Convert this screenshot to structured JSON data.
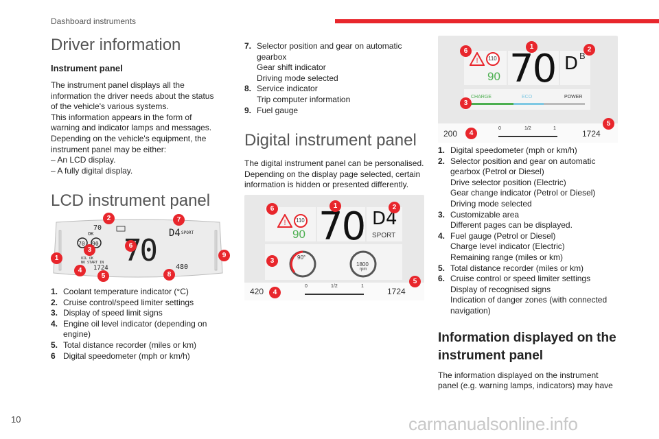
{
  "header": {
    "title": "Dashboard instruments"
  },
  "page_number": "10",
  "watermark": "carmanualsonline.info",
  "left": {
    "heading": "Driver information",
    "subheading": "Instrument panel",
    "paragraphs": [
      "The instrument panel displays all the information the driver needs about the status of the vehicle's various systems.",
      "This information appears in the form of warning and indicator lamps and messages.",
      "Depending on the vehicle's equipment, the instrument panel may be either:",
      "– An LCD display.",
      "– A fully digital display."
    ],
    "lcd_heading": "LCD instrument panel",
    "lcd_items": [
      {
        "n": "1.",
        "lines": [
          "Coolant temperature indicator (°C)"
        ]
      },
      {
        "n": "2.",
        "lines": [
          "Cruise control/speed limiter settings"
        ]
      },
      {
        "n": "3.",
        "lines": [
          "Display of speed limit signs"
        ]
      },
      {
        "n": "4.",
        "lines": [
          "Engine oil level indicator (depending on engine)"
        ]
      },
      {
        "n": "5.",
        "lines": [
          "Total distance recorder (miles or km)"
        ]
      },
      {
        "n": "6",
        "lines": [
          "Digital speedometer (mph or km/h)"
        ]
      }
    ]
  },
  "mid": {
    "items": [
      {
        "n": "7.",
        "lines": [
          "Selector position and gear on automatic gearbox",
          "Gear shift indicator",
          "Driving mode selected"
        ]
      },
      {
        "n": "8.",
        "lines": [
          "Service indicator",
          "Trip computer information"
        ]
      },
      {
        "n": "9.",
        "lines": [
          "Fuel gauge"
        ]
      }
    ],
    "digital_heading": "Digital instrument panel",
    "digital_text": "The digital instrument panel can be personalised. Depending on the display page selected, certain information is hidden or presented differently."
  },
  "right": {
    "items": [
      {
        "n": "1.",
        "lines": [
          "Digital speedometer (mph or km/h)"
        ]
      },
      {
        "n": "2.",
        "lines": [
          "Selector position and gear on automatic gearbox (Petrol or Diesel)",
          "Drive selector position (Electric)",
          "Gear change indicator (Petrol or Diesel)",
          "Driving mode selected"
        ]
      },
      {
        "n": "3.",
        "lines": [
          "Customizable area",
          "Different pages can be displayed."
        ]
      },
      {
        "n": "4.",
        "lines": [
          "Fuel gauge (Petrol or Diesel)",
          "Charge level indicator (Electric)",
          "Remaining range (miles or km)"
        ]
      },
      {
        "n": "5.",
        "lines": [
          "Total distance recorder (miles or km)"
        ]
      },
      {
        "n": "6.",
        "lines": [
          "Cruise control or speed limiter settings",
          "Display of recognised signs",
          "Indication of danger zones (with connected navigation)"
        ]
      }
    ],
    "info_heading": "Information displayed on the instrument panel",
    "info_text": "The information displayed on the instrument panel (e.g. warning lamps, indicators) may have"
  },
  "lcd_figure": {
    "speed": "70",
    "limit_a": "70",
    "limit_b": "90",
    "odometer": "1724",
    "range": "480",
    "gear": "D4",
    "mode": "SPORT",
    "ok": "OK",
    "oil_text": "OIL OK",
    "start_text": "NO START IN",
    "markers": [
      "1",
      "2",
      "3",
      "4",
      "5",
      "6",
      "7",
      "8",
      "9"
    ]
  },
  "digital_mid": {
    "limit_sign": "110",
    "speed": "70",
    "gear": "D4",
    "mode": "SPORT",
    "cruise": "90",
    "temp": "90°",
    "rpm": "1800",
    "rpm_unit": "rpm",
    "range": "420",
    "odometer": "1724",
    "fuel_half": "1/2",
    "fuel_zero": "0",
    "fuel_full": "1",
    "markers": [
      "1",
      "2",
      "3",
      "4",
      "5",
      "6"
    ]
  },
  "digital_right": {
    "limit_sign": "110",
    "speed": "70",
    "gear": "D",
    "gear_sup": "B",
    "cruise": "90",
    "charge": "CHARGE",
    "eco": "ECO",
    "power": "POWER",
    "range": "200",
    "odometer": "1724",
    "fuel_half": "1/2",
    "fuel_zero": "0",
    "fuel_full": "1",
    "markers": [
      "1",
      "2",
      "3",
      "4",
      "5",
      "6"
    ]
  },
  "colors": {
    "accent": "#e8262c",
    "heading_grey": "#555555",
    "cruise_green": "#4caf50"
  }
}
